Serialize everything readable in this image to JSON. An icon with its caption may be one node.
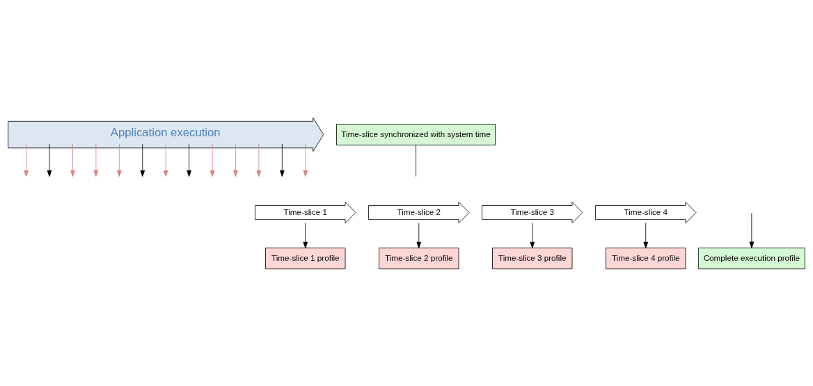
{
  "diagram": {
    "nodes": [
      {
        "text": [
          "Application execution"
        ]
      },
      {
        "text": [
          "Time-slice synchronized with system time"
        ]
      },
      {
        "text": [
          "Time-slice 1"
        ]
      },
      {
        "text": [
          "Time-slice 2"
        ]
      },
      {
        "text": [
          "Time-slice 3"
        ]
      },
      {
        "text": [
          "Time-slice 4"
        ]
      },
      {
        "text": [
          "Time-slice 1 profile"
        ]
      },
      {
        "text": [
          "Time-slice 2 profile"
        ]
      },
      {
        "text": [
          "Time-slice 3 profile"
        ]
      },
      {
        "text": [
          "Time-slice 4 profile"
        ]
      },
      {
        "text": [
          "Complete execution profile"
        ]
      }
    ],
    "edges": [
      {
        "from": 0,
        "to": null,
        "arrow": "to",
        "color": "#d98080"
      },
      {
        "from": 0,
        "to": null,
        "arrow": "to"
      },
      {
        "from": 0,
        "to": null,
        "arrow": "to",
        "color": "#d98080"
      },
      {
        "from": 0,
        "to": null,
        "arrow": "to",
        "color": "#d98080"
      },
      {
        "from": 0,
        "to": null,
        "arrow": "to",
        "color": "#d98080"
      },
      {
        "from": 0,
        "to": null,
        "arrow": "to"
      },
      {
        "from": 0,
        "to": null,
        "arrow": "to",
        "color": "#d98080"
      },
      {
        "from": 0,
        "to": null,
        "arrow": "to"
      },
      {
        "from": 0,
        "to": null,
        "arrow": "to",
        "color": "#d98080"
      },
      {
        "from": 0,
        "to": null,
        "arrow": "to",
        "color": "#d98080"
      },
      {
        "from": 0,
        "to": null,
        "arrow": "to",
        "color": "#d98080"
      },
      {
        "from": 0,
        "to": null,
        "arrow": "to"
      },
      {
        "from": 0,
        "to": null,
        "arrow": "to",
        "color": "#d98080"
      },
      {
        "from": 1,
        "to": null,
        "arrow": "none"
      },
      {
        "from": 2,
        "to": 6,
        "arrow": "to"
      },
      {
        "from": 3,
        "to": 7,
        "arrow": "to"
      },
      {
        "from": 4,
        "to": 8,
        "arrow": "to"
      },
      {
        "from": 5,
        "to": 9,
        "arrow": "to"
      },
      {
        "from": null,
        "to": 10,
        "arrow": "to"
      }
    ]
  }
}
